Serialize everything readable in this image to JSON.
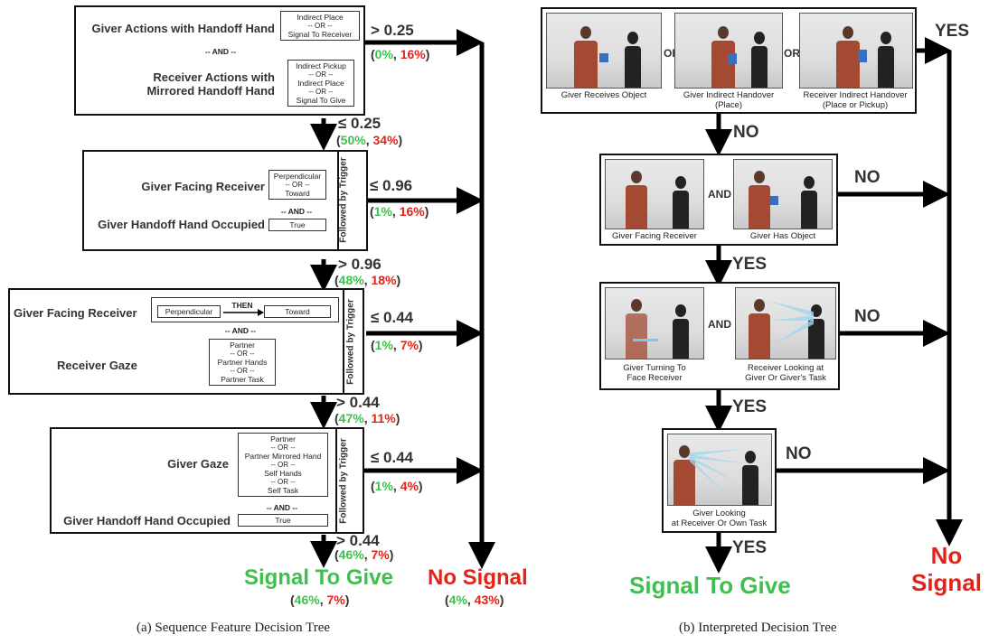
{
  "left": {
    "node1": {
      "label1": "Giver Actions with Handoff Hand",
      "box1": [
        "Indirect Place",
        "-- OR --",
        "Signal To Receiver"
      ],
      "and": "-- AND --",
      "label2a": "Receiver Actions with",
      "label2b": "Mirrored Handoff Hand",
      "box2": [
        "Indirect Pickup",
        "-- OR --",
        "Indirect Place",
        "-- OR --",
        "Signal To Give"
      ]
    },
    "node2": {
      "label1": "Giver Facing Receiver",
      "box1": [
        "Perpendicular",
        "-- OR --",
        "Toward"
      ],
      "and": "-- AND --",
      "label2": "Giver Handoff Hand Occupied",
      "box2": "True",
      "trigger": "Followed by Trigger"
    },
    "node3": {
      "label1": "Giver Facing Receiver",
      "box1a": "Perpendicular",
      "then": "THEN",
      "box1b": "Toward",
      "and": "-- AND --",
      "label2": "Receiver Gaze",
      "box2": [
        "Partner",
        "-- OR --",
        "Partner Hands",
        "-- OR --",
        "Partner Task"
      ],
      "trigger": "Followed by Trigger"
    },
    "node4": {
      "label1": "Giver Gaze",
      "box1": [
        "Partner",
        "-- OR --",
        "Partner Mirrored Hand",
        "-- OR --",
        "Self Hands",
        "-- OR --",
        "Self Task"
      ],
      "and": "-- AND --",
      "label2": "Giver Handoff Hand Occupied",
      "box2": "True",
      "trigger": "Followed by Trigger"
    },
    "edges": [
      {
        "thr": "> 0.25",
        "g": "0%",
        "r": "16%"
      },
      {
        "thr": "≤ 0.25",
        "g": "50%",
        "r": "34%"
      },
      {
        "thr": "≤ 0.96",
        "g": "1%",
        "r": "16%"
      },
      {
        "thr": "> 0.96",
        "g": "48%",
        "r": "18%"
      },
      {
        "thr": "≤ 0.44",
        "g": "1%",
        "r": "7%"
      },
      {
        "thr": "> 0.44",
        "g": "47%",
        "r": "11%"
      },
      {
        "thr": "≤ 0.44",
        "g": "1%",
        "r": "4%"
      },
      {
        "thr": "> 0.44",
        "g": "46%",
        "r": "7%"
      }
    ],
    "signal": {
      "label": "Signal To Give",
      "g": "46%",
      "r": "7%"
    },
    "nosignal": {
      "label": "No Signal",
      "g": "4%",
      "r": "43%"
    },
    "caption": "(a) Sequence Feature Decision Tree"
  },
  "right": {
    "row1": {
      "captions": [
        [
          "Giver Receives Object"
        ],
        [
          "Giver Indirect Handover",
          "(Place)"
        ],
        [
          "Receiver Indirect Handover",
          "(Place or Pickup)"
        ]
      ],
      "or": "OR"
    },
    "row2": {
      "captions": [
        [
          "Giver Facing Receiver"
        ],
        [
          "Giver Has Object"
        ]
      ],
      "and": "AND"
    },
    "row3": {
      "captions": [
        [
          "Giver Turning To",
          "Face Receiver"
        ],
        [
          "Receiver Looking at",
          "Giver Or Giver's Task"
        ]
      ],
      "and": "AND"
    },
    "row4": {
      "captions": [
        [
          "Giver Looking",
          "at Receiver Or Own Task"
        ]
      ]
    },
    "yes": "YES",
    "no": "NO",
    "signal": "Signal To Give",
    "nosignal": [
      "No",
      "Signal"
    ],
    "caption": "(b) Interpreted Decision Tree"
  },
  "colors": {
    "green": "#3fbf4f",
    "red": "#e2231a",
    "arrow": "#000000"
  }
}
